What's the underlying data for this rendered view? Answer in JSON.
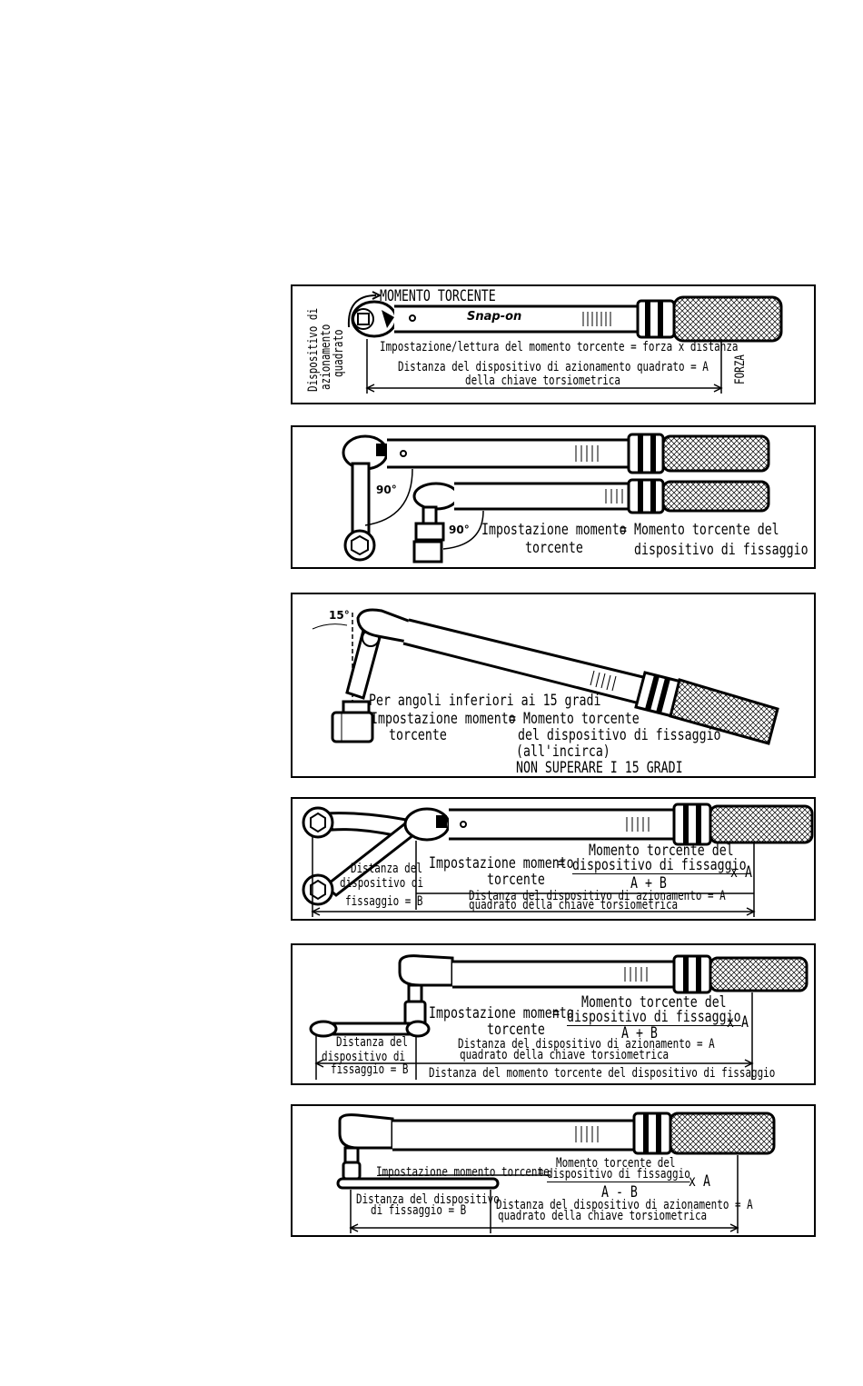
{
  "p1": {
    "momento_torcente": "MOMENTO TORCENTE",
    "dispositivo": [
      "Dispositivo di",
      "azionamento",
      "quadrato"
    ],
    "logo": "Snap-on",
    "formula": "Impostazione/lettura del momento torcente = forza x distanza",
    "distanza_line1": "Distanza del dispositivo di azionamento quadrato = A",
    "distanza_line2": "della chiave torsiometrica",
    "forza": "FORZA"
  },
  "p2": {
    "angle1": "90°",
    "angle2": "90°",
    "imp_line1": "Impostazione momento",
    "imp_line2": "torcente",
    "equals": "=",
    "mom_line1": "Momento torcente del",
    "mom_line2": "dispositivo di fissaggio"
  },
  "p3": {
    "angle": "15°",
    "note": "Per angoli inferiori ai 15 gradi",
    "imp_line1": "Impostazione momento",
    "imp_line2": "torcente",
    "equals": "=",
    "mom_line1": "Momento torcente",
    "mom_line2": "del dispositivo di fissaggio",
    "mom_line3": "(all'incirca)",
    "warning": "NON SUPERARE I 15 GRADI"
  },
  "p4": {
    "dist_b1": "Distanza del",
    "dist_b2": "dispositivo di",
    "dist_b3": "fissaggio = B",
    "imp_line1": "Impostazione momento",
    "imp_line2": "torcente",
    "equals": "=",
    "num1": "Momento torcente del",
    "num2": "dispositivo di fissaggio",
    "den": "A + B",
    "xa": "x A",
    "dist_a1": "Distanza del dispositivo di azionamento = A",
    "dist_a2": "quadrato della chiave torsiometrica"
  },
  "p5": {
    "imp_line1": "Impostazione momento",
    "imp_line2": "torcente",
    "equals": "=",
    "num1": "Momento torcente del",
    "num2": "dispositivo di fissaggio",
    "den": "A + B",
    "xa": "x A",
    "dist_b1": "Distanza del",
    "dist_b2": "dispositivo di",
    "dist_b3": "fissaggio = B",
    "dist_a1": "Distanza del dispositivo di azionamento = A",
    "dist_a2": "quadrato della chiave torsiometrica",
    "dist_total": "Distanza del momento torcente del dispositivo di fissaggio"
  },
  "p6": {
    "imp": "Impostazione momento torcente",
    "equals": "=",
    "num1": "Momento torcente del",
    "num2": "dispositivo di fissaggio",
    "den": "A - B",
    "xa": "x A",
    "dist_b1": "Distanza del dispositivo",
    "dist_b2": "di fissaggio = B",
    "dist_a1": "Distanza del dispositivo di azionamento = A",
    "dist_a2": "quadrato della chiave torsiometrica"
  }
}
